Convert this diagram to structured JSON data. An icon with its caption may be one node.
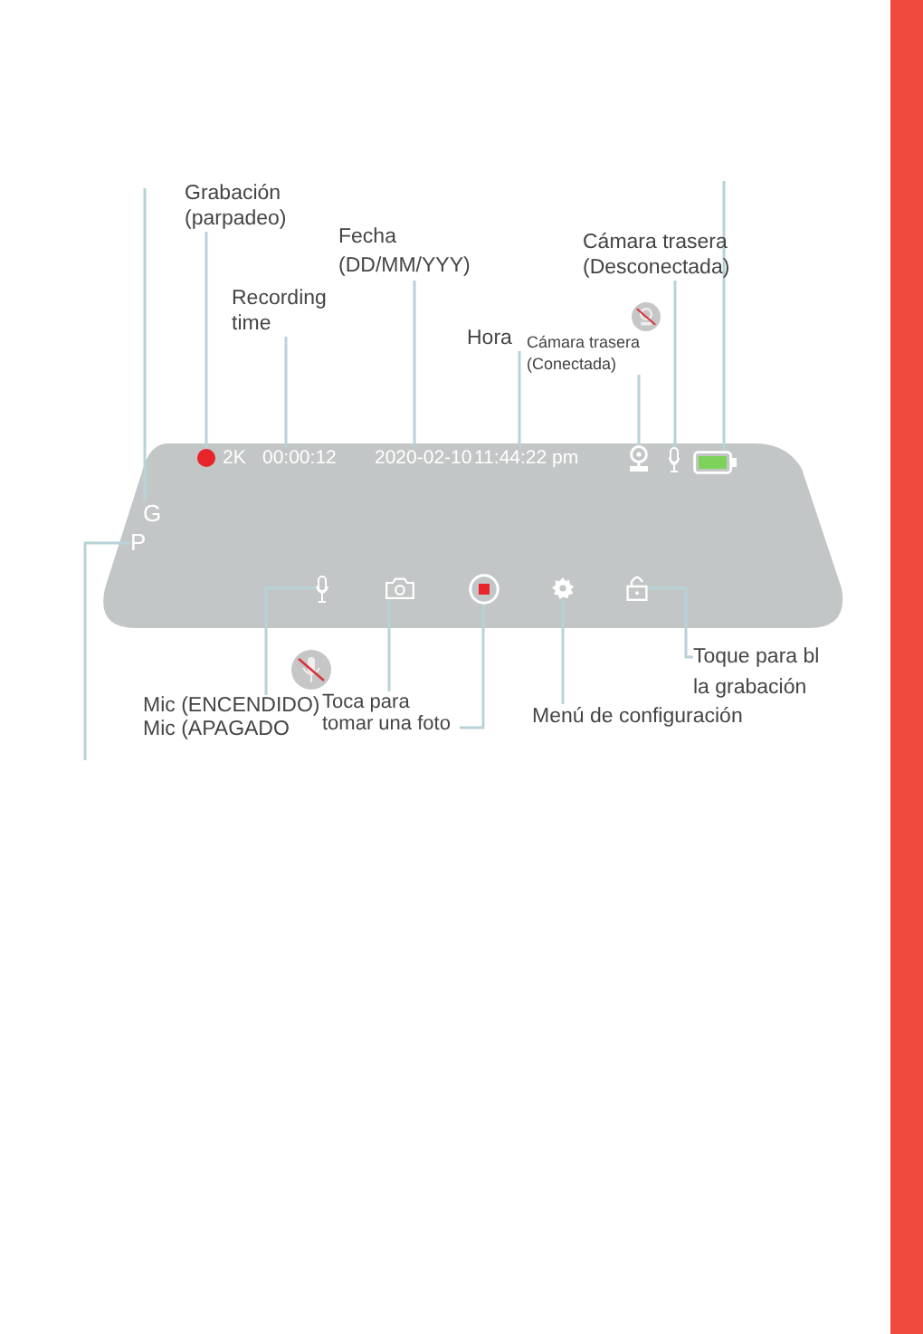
{
  "diagram": {
    "nodes": [
      {
        "text": [
          "Grabación (parpadeo)"
        ]
      },
      {
        "text": [
          "Fecha (DD/MM/YYY)"
        ]
      },
      {
        "text": [
          "Cámara trasera (Desconectada)"
        ]
      },
      {
        "text": [
          "Recording time"
        ]
      },
      {
        "text": [
          "Hora"
        ]
      },
      {
        "text": [
          "Cámara trasera (Conectada)"
        ]
      },
      {
        "text": [],
        "shape": "box"
      },
      {
        "text": [],
        "shape": "circle",
        "in": 6
      },
      {
        "text": [
          "2K"
        ],
        "in": 6
      },
      {
        "text": [
          "00:00:12"
        ],
        "in": 6
      },
      {
        "text": [
          "2020-02-10"
        ],
        "in": 6
      },
      {
        "text": [
          "11:44:22 pm"
        ],
        "in": 6
      },
      {
        "text": [],
        "shape": "webcam",
        "in": 6
      },
      {
        "text": [],
        "shape": "microphone",
        "in": 6
      },
      {
        "text": [],
        "shape": "battery",
        "in": 6
      },
      {
        "text": [
          "G"
        ],
        "in": 6
      },
      {
        "text": [
          "P"
        ],
        "in": 6
      },
      {
        "text": [],
        "shape": "microphone",
        "in": 6
      },
      {
        "text": [],
        "shape": "camera",
        "in": 6
      },
      {
        "text": [],
        "shape": "record",
        "in": 6
      },
      {
        "text": [],
        "shape": "gear",
        "in": 6
      },
      {
        "text": [],
        "shape": "lock",
        "in": 6
      },
      {
        "text": [
          "Toque para bl la grabación"
        ]
      },
      {
        "text": [
          "Mic (ENCENDIDO)",
          "Mic (APAGADO"
        ]
      },
      {
        "text": [
          "Toca para tomar una foto"
        ]
      },
      {
        "text": [
          "Menú de configuración"
        ]
      },
      {
        "text": [],
        "shape": "bar"
      }
    ],
    "edges": [
      {
        "from": 0,
        "to": 7,
        "arrow": "none"
      },
      {
        "from": 3,
        "to": 9,
        "arrow": "none"
      },
      {
        "from": 1,
        "to": 10,
        "arrow": "none"
      },
      {
        "from": 4,
        "to": 11,
        "arrow": "none"
      },
      {
        "from": 5,
        "to": 12,
        "arrow": "none"
      },
      {
        "from": 2,
        "to": 13,
        "arrow": "none"
      },
      {
        "from": null,
        "to": 14,
        "arrow": "none"
      },
      {
        "from": null,
        "to": 15,
        "arrow": "none"
      },
      {
        "from": null,
        "to": 16,
        "arrow": "none"
      },
      {
        "from": 23,
        "to": 17,
        "arrow": "none"
      },
      {
        "from": 24,
        "to": 18,
        "arrow": "none"
      },
      {
        "from": 24,
        "to": 19,
        "arrow": "none"
      },
      {
        "from": 25,
        "to": 20,
        "arrow": "none"
      },
      {
        "from": 22,
        "to": 21,
        "arrow": "none"
      }
    ]
  }
}
